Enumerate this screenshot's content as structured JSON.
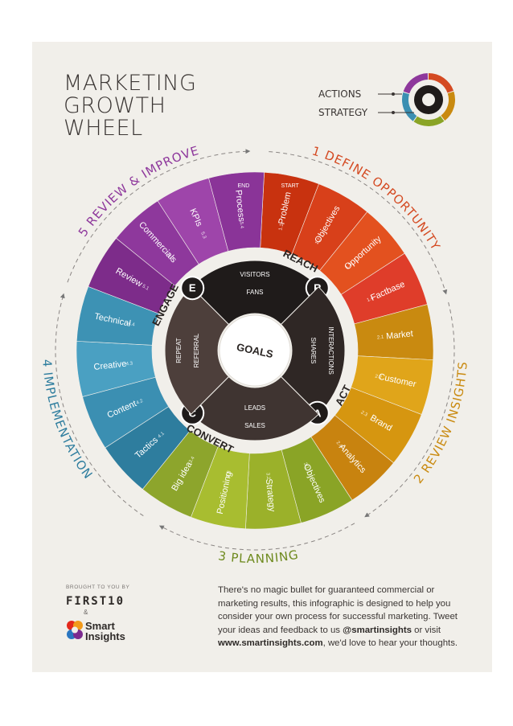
{
  "title": {
    "line1": "MARKETING",
    "line2": "GROWTH",
    "line3": "WHEEL"
  },
  "legend": {
    "actions": "ACTIONS",
    "strategy": "STRATEGY"
  },
  "center": {
    "goals": "GOALS"
  },
  "race": {
    "reach": {
      "letter": "R",
      "word": "REACH",
      "items": [
        "VISITORS",
        "FANS"
      ]
    },
    "act": {
      "letter": "A",
      "word": "ACT",
      "items": [
        "INTERACTIONS",
        "SHARES"
      ]
    },
    "convert": {
      "letter": "C",
      "word": "CONVERT",
      "items": [
        "SALES",
        "LEADS"
      ]
    },
    "engage": {
      "letter": "E",
      "word": "ENGAGE",
      "items": [
        "REPEAT",
        "REFERRAL"
      ]
    }
  },
  "stage_titles": {
    "define": "1 DEFINE OPPORTUNITY",
    "review_insights": "2 REVIEW INSIGHTS",
    "planning": "3 PLANNING",
    "implementation": "4 IMPLEMENTATION",
    "review_improve": "5 REVIEW & IMPROVE"
  },
  "markers": {
    "start": "START",
    "end": "END"
  },
  "segments": [
    {
      "num": "1.1",
      "label": "Problem",
      "color": "#c8320f"
    },
    {
      "num": "1.2",
      "label": "Objectives",
      "color": "#d8401a"
    },
    {
      "num": "1.3",
      "label": "Opportunity",
      "color": "#e3511f"
    },
    {
      "num": "1.4",
      "label": "Factbase",
      "color": "#df3d2a"
    },
    {
      "num": "2.1",
      "label": "Market",
      "color": "#c98a10"
    },
    {
      "num": "2.2",
      "label": "Customer",
      "color": "#e0a51a"
    },
    {
      "num": "2.3",
      "label": "Brand",
      "color": "#d69610"
    },
    {
      "num": "2.4",
      "label": "Analytics",
      "color": "#c8830f"
    },
    {
      "num": "3.1",
      "label": "Objectives",
      "color": "#8aa426"
    },
    {
      "num": "3.2",
      "label": "Strategy",
      "color": "#9bb12a"
    },
    {
      "num": "3.3",
      "label": "Positioning",
      "color": "#a8bd30"
    },
    {
      "num": "3.4",
      "label": "Big idea",
      "color": "#8da52c"
    },
    {
      "num": "4.1",
      "label": "Tactics",
      "color": "#2e7d9e"
    },
    {
      "num": "4.2",
      "label": "Content",
      "color": "#3b8fb2"
    },
    {
      "num": "4.3",
      "label": "Creative",
      "color": "#4aa0c2"
    },
    {
      "num": "4.4",
      "label": "Technical",
      "color": "#3d92b4"
    },
    {
      "num": "5.1",
      "label": "Review",
      "color": "#7d2c8a"
    },
    {
      "num": "5.2",
      "label": "Commercials",
      "color": "#8e389c"
    },
    {
      "num": "5.3",
      "label": "KPIs",
      "color": "#9e45aa"
    },
    {
      "num": "5.4",
      "label": "Process",
      "color": "#8a3498"
    }
  ],
  "footer": {
    "brought": "BROUGHT TO YOU BY",
    "first10": "FIRST10",
    "amp": "&",
    "smart": "Smart",
    "insights": "Insights",
    "blurb_1": "There's no magic bullet for guaranteed commercial or marketing results, this infographic is designed to help you consider your own process for successful marketing. Tweet your ideas and feedback to us ",
    "handle": "@smartinsights",
    "blurb_2": " or visit ",
    "site": "www.smartinsights.com",
    "blurb_3": ", we'd love to hear your thoughts."
  }
}
